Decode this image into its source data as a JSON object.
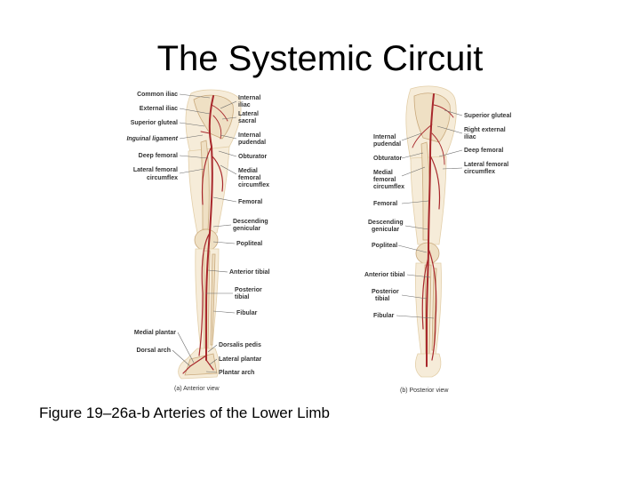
{
  "title": "The Systemic Circuit",
  "caption": "Figure 19–26a-b Arteries of the Lower Limb",
  "anterior_view": {
    "caption": "(a) Anterior view",
    "left_labels": {
      "common_iliac": "Common iliac",
      "external_iliac": "External iliac",
      "superior_gluteal": "Superior gluteal",
      "inguinal_ligament": "Inguinal ligament",
      "deep_femoral": "Deep femoral",
      "lateral_femoral_circumflex_1": "Lateral femoral",
      "lateral_femoral_circumflex_2": "circumflex",
      "medial_plantar": "Medial plantar",
      "dorsal_arch": "Dorsal arch"
    },
    "right_labels": {
      "internal_iliac_1": "Internal",
      "internal_iliac_2": "iliac",
      "lateral_sacral_1": "Lateral",
      "lateral_sacral_2": "sacral",
      "internal_pudendal_1": "Internal",
      "internal_pudendal_2": "pudendal",
      "obturator": "Obturator",
      "medial_femoral_circumflex_1": "Medial",
      "medial_femoral_circumflex_2": "femoral",
      "medial_femoral_circumflex_3": "circumflex",
      "femoral": "Femoral",
      "descending_genicular_1": "Descending",
      "descending_genicular_2": "genicular",
      "popliteal": "Popliteal",
      "anterior_tibial": "Anterior tibial",
      "posterior_tibial_1": "Posterior",
      "posterior_tibial_2": "tibial",
      "fibular": "Fibular",
      "dorsalis_pedis": "Dorsalis pedis",
      "lateral_plantar": "Lateral plantar",
      "plantar_arch": "Plantar arch"
    }
  },
  "posterior_view": {
    "caption": "(b) Posterior view",
    "left_labels": {
      "internal_pudendal_1": "Internal",
      "internal_pudendal_2": "pudendal",
      "obturator": "Obturator",
      "medial_femoral_circumflex_1": "Medial",
      "medial_femoral_circumflex_2": "femoral",
      "medial_femoral_circumflex_3": "circumflex",
      "femoral": "Femoral",
      "descending_genicular_1": "Descending",
      "descending_genicular_2": "genicular",
      "popliteal": "Popliteal",
      "anterior_tibial": "Anterior tibial",
      "posterior_tibial_1": "Posterior",
      "posterior_tibial_2": "tibial",
      "fibular": "Fibular"
    },
    "right_labels": {
      "superior_gluteal": "Superior gluteal",
      "right_external_iliac_1": "Right external",
      "right_external_iliac_2": "iliac",
      "deep_femoral": "Deep femoral",
      "lateral_femoral_circumflex_1": "Lateral femoral",
      "lateral_femoral_circumflex_2": "circumflex"
    }
  },
  "colors": {
    "artery": "#a8282c",
    "bone": "#efe0c4",
    "skin": "#f6ecd9",
    "label": "#333333"
  }
}
